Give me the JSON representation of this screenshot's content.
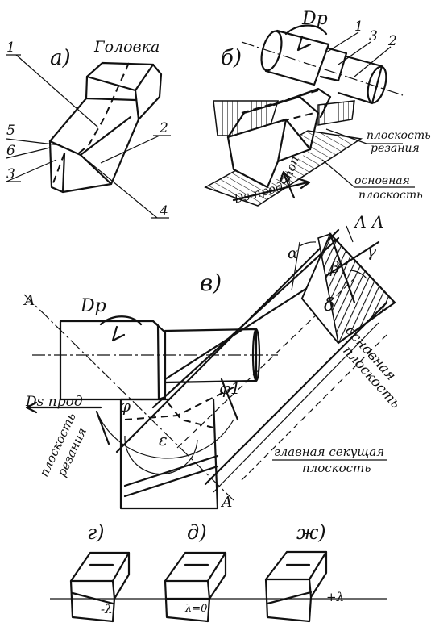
{
  "panels": {
    "a": {
      "letter": "а)",
      "head_label": "Головка",
      "parts": [
        "1",
        "2",
        "3",
        "4",
        "5",
        "6"
      ]
    },
    "b": {
      "letter": "б)",
      "rotation": "Dр",
      "parts": [
        "1",
        "3",
        "2"
      ],
      "cutting_plane": [
        "плоскость",
        "резания"
      ],
      "base_plane": [
        "основная",
        "плоскость"
      ],
      "feed": "Ds прод",
      "cross_feed": "Sпоп"
    },
    "v": {
      "letter": "в)",
      "rotation": "Dр",
      "section_mark": "А",
      "section_title": "А А",
      "feed": "Ds прод",
      "base_plane": [
        "основная",
        "плоскость"
      ],
      "cutting_plane": [
        "плоскость",
        "резания"
      ],
      "main_section": [
        "главная секущая",
        "плоскость"
      ],
      "angles": {
        "phi": "φ",
        "phi1": "φ1",
        "epsilon": "ε",
        "alpha": "α",
        "beta": "β",
        "gamma": "γ",
        "delta": "δ"
      }
    },
    "g": {
      "letter": "г)",
      "lambda": "-λ"
    },
    "d": {
      "letter": "д)",
      "lambda": "λ=0"
    },
    "zh": {
      "letter": "ж)",
      "lambda": "+λ"
    }
  }
}
